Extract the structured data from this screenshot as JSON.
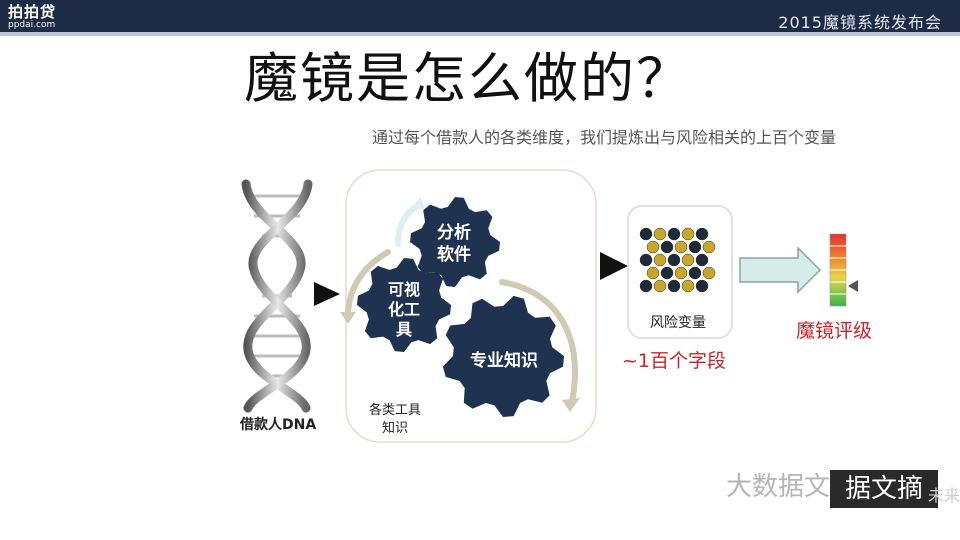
{
  "header": {
    "logo_main": "拍拍贷",
    "logo_sub": "ppdai.com",
    "conference_title": "2015魔镜系统发布会"
  },
  "slide": {
    "title": "魔镜是怎么做的？",
    "subtitle": "通过每个借款人的各类维度，我们提炼出与风险相关的上百个变量"
  },
  "diagram": {
    "dna_label": "借款人DNA",
    "gear_analysis": "分析软件",
    "gear_visual": "可视化工具",
    "gear_expertise": "专业知识",
    "tools_label": "各类工具知识",
    "variables_label": "风险变量",
    "fields_label": "~1百个字段",
    "rating_label": "魔镜评级",
    "colors": {
      "gear": "#1f3350",
      "accent_red": "#d0202a",
      "arrow_fill": "#d6ecea"
    }
  },
  "watermark": {
    "text": "大数据文摘",
    "box_text": "据文摘",
    "tail": "未来"
  }
}
